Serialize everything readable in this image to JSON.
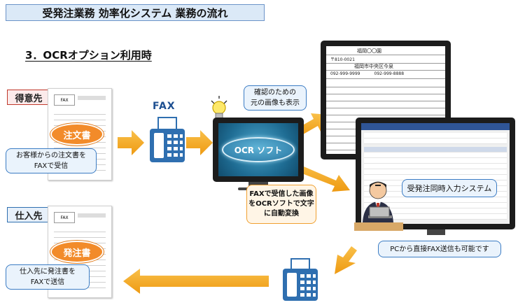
{
  "header": {
    "title": "受発注業務 効率化システム 業務の流れ"
  },
  "section": {
    "title": "3．OCRオプション利用時"
  },
  "customer": {
    "label": "得意先",
    "document": "注文書",
    "note_line1": "お客様からの注文書を",
    "note_line2": "FAXで受信"
  },
  "supplier": {
    "label": "仕入先",
    "document": "発注書",
    "note_line1": "仕入先に発注書を",
    "note_line2": "FAXで送信"
  },
  "fax": {
    "label": "FAX"
  },
  "ocr": {
    "label": "OCR ソフト",
    "confirm_line1": "確認のための",
    "confirm_line2": "元の画像も表示",
    "desc_line1": "FAXで受信した画像",
    "desc_line2": "をOCRソフトで文字",
    "desc_line3": "に自動変換"
  },
  "system": {
    "label": "受発注同時入力システム",
    "pc_fax_note": "PCから直接FAX送信も可能です"
  },
  "fax_image": {
    "shop": "福岡〇〇園",
    "postal": "〒810-0021",
    "address": "福岡市中央区今泉",
    "tel": "092-999-9999",
    "fax_no": "092-999-8888"
  },
  "colors": {
    "arrow": "#f4a81d",
    "accent_blue": "#2f6fb0",
    "accent_red": "#c0392b",
    "oval": "#f28b2a"
  }
}
